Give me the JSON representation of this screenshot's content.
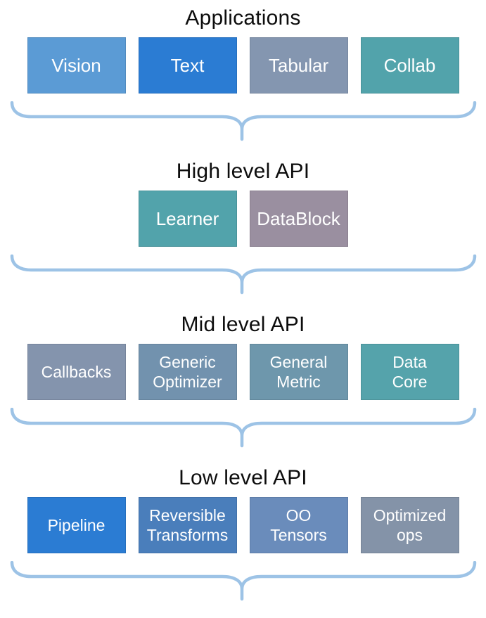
{
  "diagram": {
    "brace_color": "#9DC3E6",
    "title_color": "#0D0D0D",
    "label_color": "#FFFFFF",
    "sections": [
      {
        "title": "Applications",
        "boxes": [
          {
            "label": "Vision",
            "color": "#5B9BD5"
          },
          {
            "label": "Text",
            "color": "#2B7CD3"
          },
          {
            "label": "Tabular",
            "color": "#8496B0"
          },
          {
            "label": "Collab",
            "color": "#52A3AB"
          }
        ]
      },
      {
        "title": "High level API",
        "boxes": [
          {
            "label": "Learner",
            "color": "#52A3AB"
          },
          {
            "label": "DataBlock",
            "color": "#9A8FA0"
          }
        ]
      },
      {
        "title": "Mid level API",
        "boxes": [
          {
            "label": "Callbacks",
            "color": "#8494AD"
          },
          {
            "label": "Generic\nOptimizer",
            "color": "#7292AE"
          },
          {
            "label": "General\nMetric",
            "color": "#6E97AC"
          },
          {
            "label": "Data\nCore",
            "color": "#55A3AB"
          }
        ]
      },
      {
        "title": "Low level API",
        "boxes": [
          {
            "label": "Pipeline",
            "color": "#2B7CD3"
          },
          {
            "label": "Reversible\nTransforms",
            "color": "#4A7EBB"
          },
          {
            "label": "OO\nTensors",
            "color": "#6A8CBB"
          },
          {
            "label": "Optimized\nops",
            "color": "#8493A8"
          }
        ]
      }
    ]
  }
}
